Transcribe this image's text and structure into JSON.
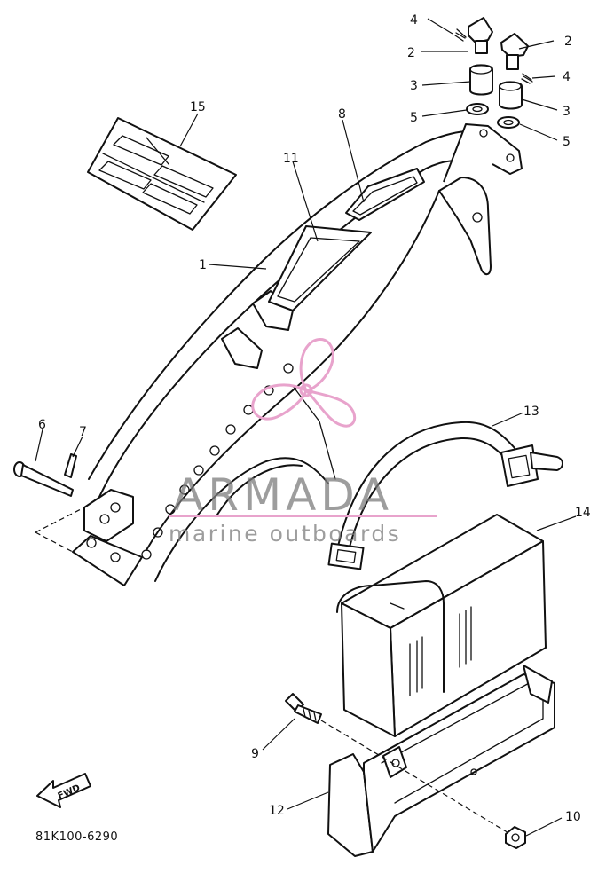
{
  "diagram": {
    "part_code": "81K100-6290",
    "direction_badge": "FWD",
    "callouts": [
      "1",
      "2",
      "2",
      "3",
      "3",
      "4",
      "4",
      "5",
      "5",
      "6",
      "7",
      "8",
      "9",
      "10",
      "11",
      "12",
      "13",
      "14",
      "15"
    ]
  },
  "watermark": {
    "brand": "ARMADA",
    "tagline": "marine outboards",
    "accent_color": "#e8a3cc",
    "text_color": "#7d7d7d"
  },
  "icons": {
    "watermark_logo": "propeller-logo-icon",
    "direction": "fwd-arrow-icon"
  }
}
